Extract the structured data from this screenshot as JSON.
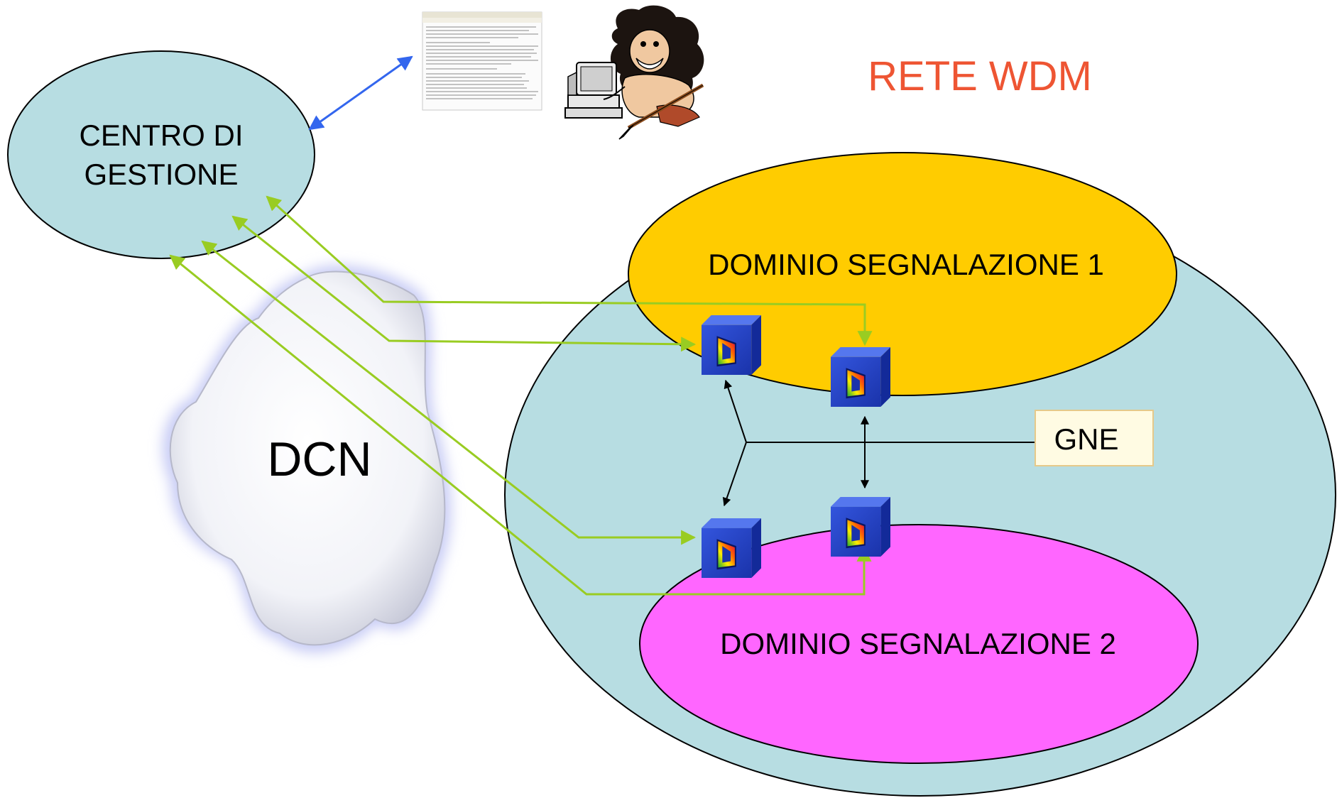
{
  "labels": {
    "rete_wdm": "RETE WDM",
    "centro_line1": "CENTRO DI",
    "centro_line2": "GESTIONE",
    "dominio1": "DOMINIO SEGNALAZIONE 1",
    "dominio2": "DOMINIO SEGNALAZIONE 2",
    "dcn": "DCN",
    "gne": "GNE"
  },
  "colors": {
    "rete_fill": "#b7dde2",
    "centro_fill": "#b7dde2",
    "dominio1_fill": "#ffcc00",
    "dominio2_fill": "#ff66ff",
    "rete_title": "#ee5533",
    "green_link": "#99cc22",
    "blue_link": "#3366ee",
    "node_blue": "#2244cc",
    "gne_fill": "#fffbe3"
  },
  "icons": {
    "terminal_screenshot": "terminal-screenshot-icon",
    "caveman": "caveman-operator-icon",
    "node": "optical-node-icon"
  }
}
